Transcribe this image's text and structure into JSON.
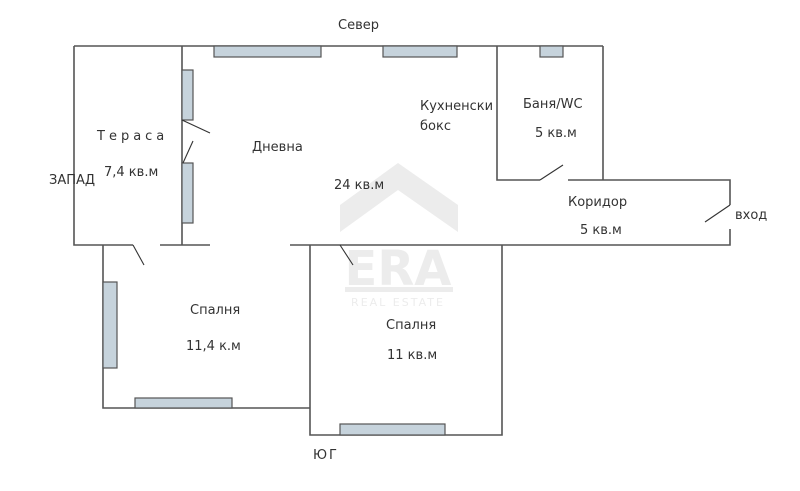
{
  "compass": {
    "north": "Север",
    "west": "ЗАПАД",
    "south": "ЮГ"
  },
  "rooms": [
    {
      "name": "Тераса",
      "area": "7,4 кв.м"
    },
    {
      "name": "Дневна",
      "area": "24 кв.м"
    },
    {
      "name": "Кухненски бокс",
      "area": ""
    },
    {
      "name": "Баня/WC",
      "area": "5 кв.м"
    },
    {
      "name": "Коридор",
      "area": "5 кв.м"
    },
    {
      "name": "Спалня",
      "area": "11,4 к.м"
    },
    {
      "name": "Спалня",
      "area": "11 кв.м"
    }
  ],
  "entrance": "вход",
  "watermark": {
    "brand": "ERA",
    "tagline": "REAL ESTATE"
  },
  "colors": {
    "wall": "#555555",
    "window": "#c6d3dc",
    "watermark": "#e6e6e6"
  }
}
